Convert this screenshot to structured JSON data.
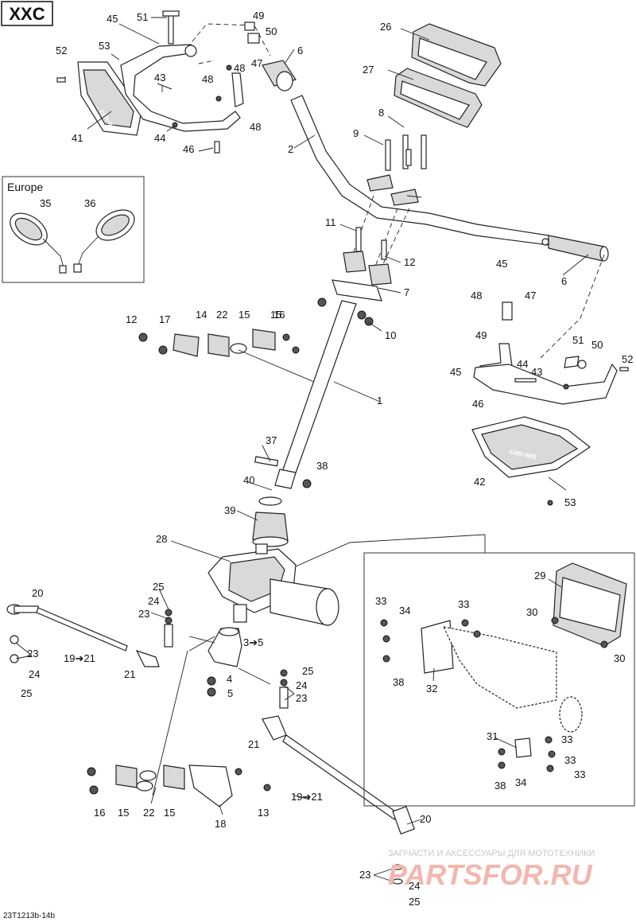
{
  "model_tag": "XXC",
  "region_box_label": "Europe",
  "diagram_code": "23T1213b-14b",
  "watermark": {
    "tagline": "ЗАПЧАСТИ И АКСЕССУАРЫ ДЛЯ МОТОТЕХНИКИ",
    "brand": "PARTSFOR.RU"
  },
  "hand_guard_brand": "can-am",
  "callouts": [
    "1",
    "2",
    "3➔5",
    "4",
    "5",
    "6",
    "6",
    "7",
    "8",
    "9",
    "10",
    "11",
    "12",
    "12",
    "13",
    "14",
    "15",
    "15",
    "15",
    "15",
    "16",
    "16",
    "17",
    "18",
    "19➔21",
    "19➔21",
    "20",
    "20",
    "21",
    "21",
    "22",
    "22",
    "23",
    "23",
    "23",
    "23",
    "24",
    "24",
    "24",
    "24",
    "25",
    "25",
    "25",
    "25",
    "26",
    "27",
    "28",
    "29",
    "30",
    "30",
    "31",
    "32",
    "33",
    "33",
    "33",
    "33",
    "33",
    "34",
    "34",
    "35",
    "36",
    "37",
    "38",
    "38",
    "38",
    "39",
    "40",
    "41",
    "42",
    "43",
    "43",
    "44",
    "44",
    "45",
    "45",
    "45",
    "46",
    "46",
    "47",
    "47",
    "48",
    "48",
    "48",
    "48",
    "49",
    "49",
    "50",
    "50",
    "51",
    "51",
    "52",
    "52",
    "53",
    "53"
  ],
  "colors": {
    "ink": "#111111",
    "watermark_tagline": "#c8c8c8",
    "watermark_brand": "#f2b7ad"
  }
}
